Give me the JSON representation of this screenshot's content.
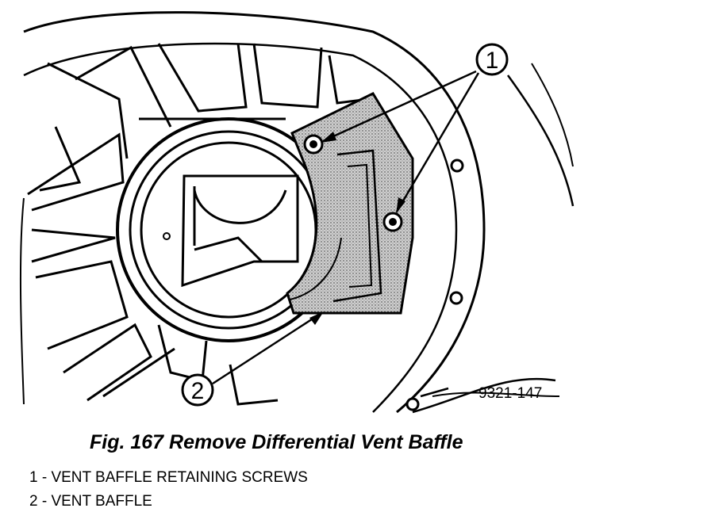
{
  "diagram": {
    "callouts": [
      {
        "id": "1",
        "label": "1"
      },
      {
        "id": "2",
        "label": "2"
      }
    ],
    "part_number": "9321-147"
  },
  "caption": "Fig. 167 Remove Differential Vent Baffle",
  "legend": [
    {
      "number": "1",
      "text": "1 - VENT BAFFLE RETAINING SCREWS"
    },
    {
      "number": "2",
      "text": "2 - VENT BAFFLE"
    }
  ]
}
